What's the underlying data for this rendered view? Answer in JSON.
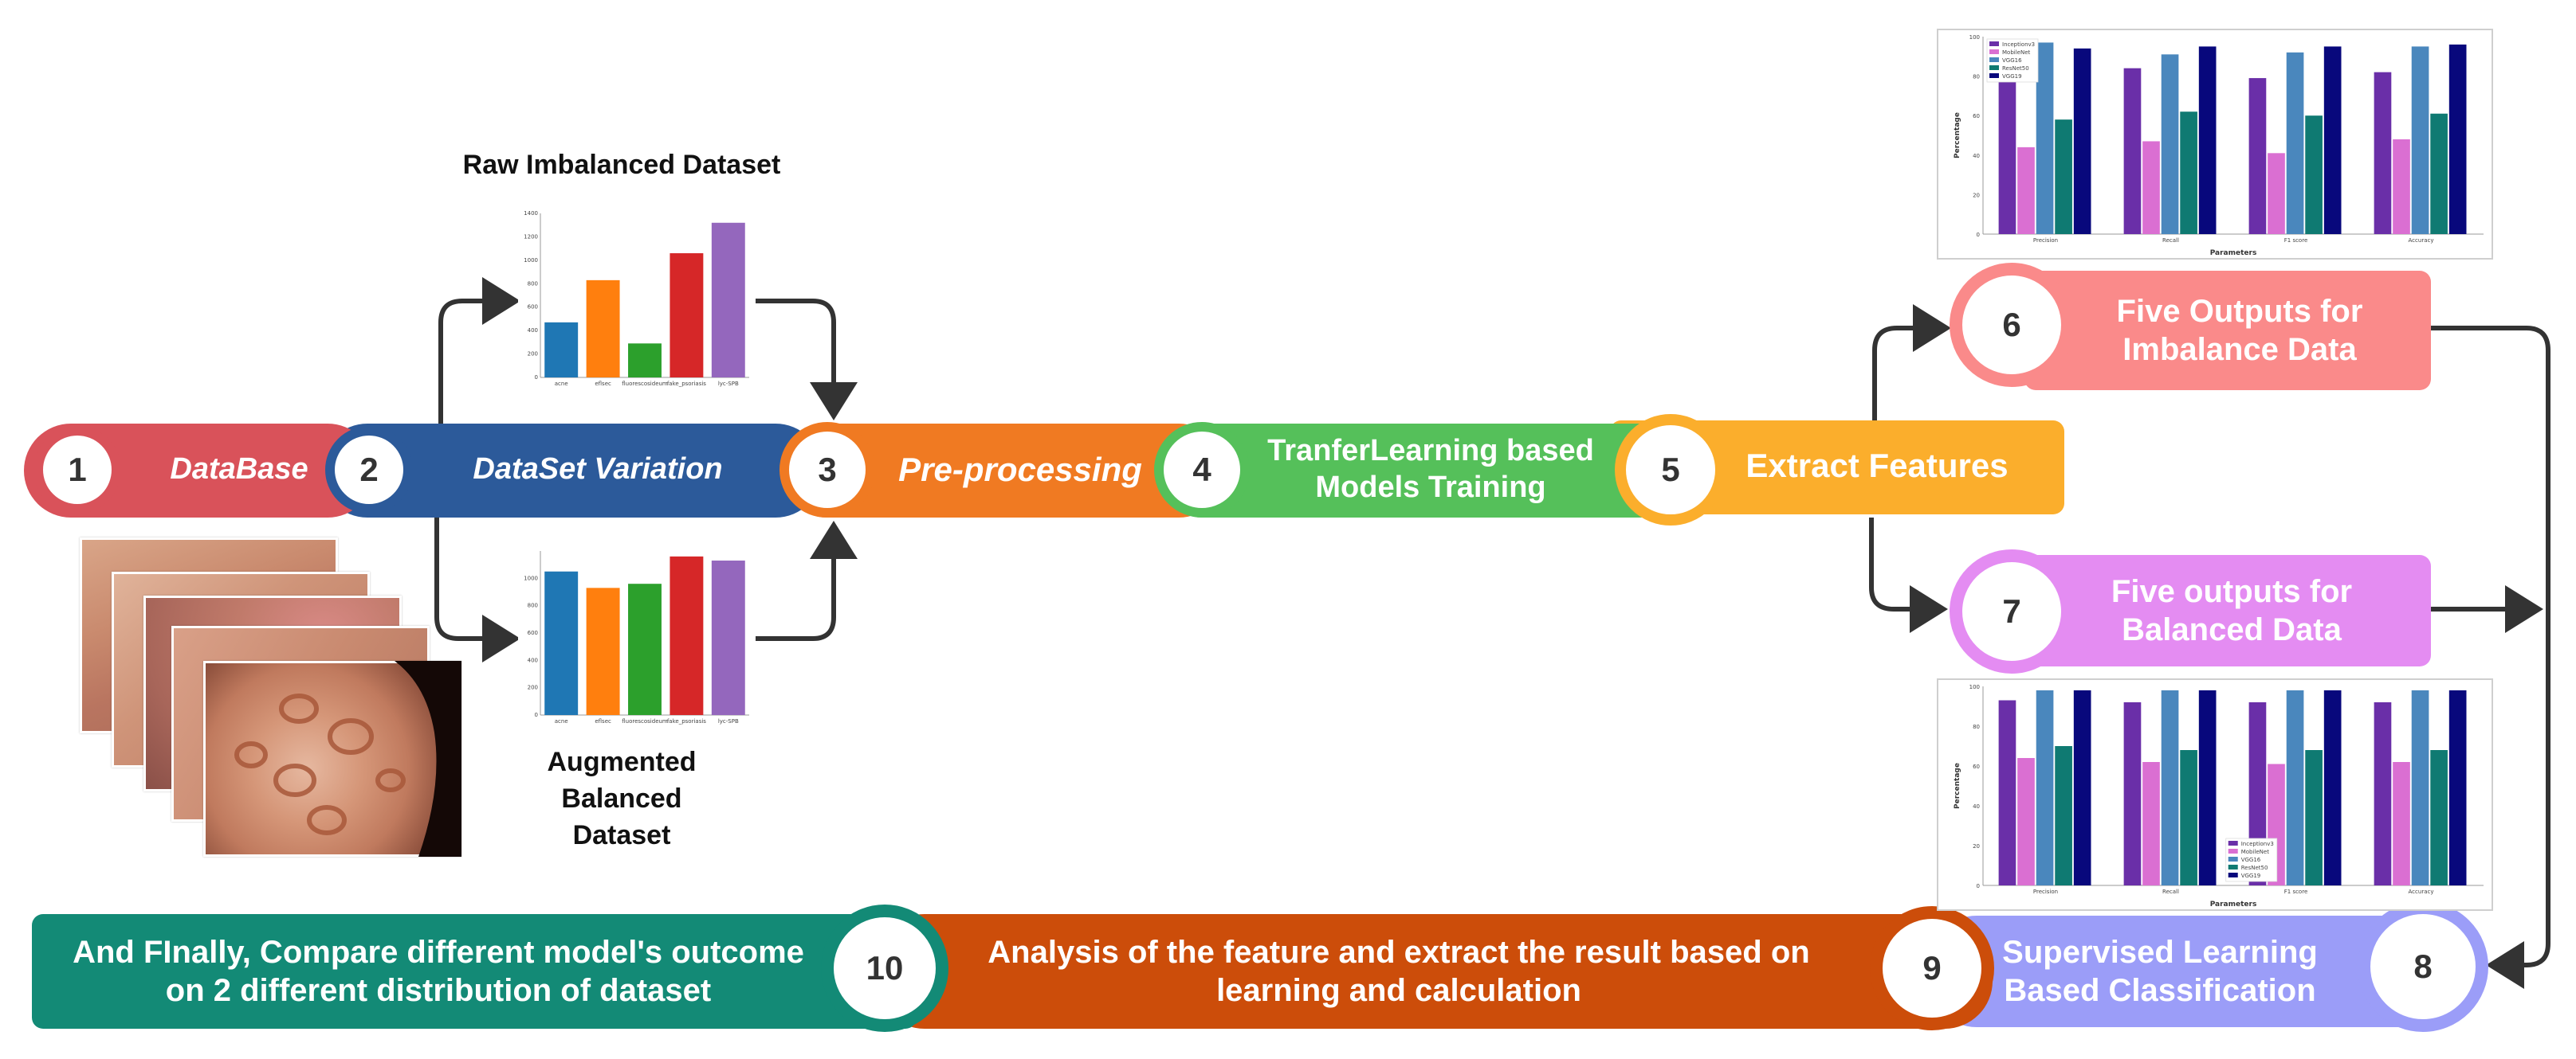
{
  "steps": [
    {
      "num": "1",
      "label": "DataBase",
      "color": "#d9525a"
    },
    {
      "num": "2",
      "label": "DataSet Variation",
      "color": "#2c5a9a"
    },
    {
      "num": "3",
      "label": "Pre-processing",
      "color": "#f07a22"
    },
    {
      "num": "4",
      "label": "TranferLearning based Models Training",
      "color": "#55c05a"
    },
    {
      "num": "5",
      "label": "Extract Features",
      "color": "#fbae2c"
    },
    {
      "num": "6",
      "label": "Five Outputs for Imbalance Data",
      "color": "#fa8a8a"
    },
    {
      "num": "7",
      "label": "Five outputs for Balanced Data",
      "color": "#e48cf2"
    },
    {
      "num": "8",
      "label": "Supervised Learning Based Classification",
      "color": "#9b9df8"
    },
    {
      "num": "9",
      "label": "Analysis of the feature and extract the result based on learning and calculation",
      "color": "#cc4d0a"
    },
    {
      "num": "10",
      "label": "And FInally, Compare different model's outcome on 2 different distribution of dataset",
      "color": "#138a76"
    }
  ],
  "headings": {
    "raw": "Raw Imbalanced Dataset",
    "augmented": "Augmented Balanced Dataset"
  },
  "chart_data": [
    {
      "type": "bar",
      "name": "raw-imbalanced-distribution",
      "categories": [
        "acne",
        "eflsec",
        "fluorescosideum",
        "fake_psoriasis",
        "lyc-SPB"
      ],
      "values": [
        470,
        830,
        290,
        1060,
        1320
      ],
      "ylim": [
        0,
        1400
      ],
      "yticks": [
        0,
        200,
        400,
        600,
        800,
        1000,
        1200,
        1400
      ],
      "colors": [
        "#1f77b4",
        "#ff7f0e",
        "#2ca02c",
        "#d62728",
        "#9467bd"
      ]
    },
    {
      "type": "bar",
      "name": "augmented-balanced-distribution",
      "categories": [
        "acne",
        "eflsec",
        "fluorescosideum",
        "fake_psoriasis",
        "lyc-SPB"
      ],
      "values": [
        1050,
        930,
        960,
        1160,
        1130
      ],
      "ylim": [
        0,
        1200
      ],
      "yticks": [
        0,
        200,
        400,
        600,
        800,
        1000
      ],
      "colors": [
        "#1f77b4",
        "#ff7f0e",
        "#2ca02c",
        "#d62728",
        "#9467bd"
      ]
    },
    {
      "type": "bar",
      "name": "imbalanced-model-results",
      "xlabel": "Parameters",
      "ylabel": "Percentage",
      "categories": [
        "Precision",
        "Recall",
        "F1 score",
        "Accuracy"
      ],
      "ylim": [
        0,
        100
      ],
      "yticks": [
        0,
        20,
        40,
        60,
        80,
        100
      ],
      "legend_position": "top-left",
      "series": [
        {
          "name": "Inceptionv3",
          "color": "#6a2fa8",
          "values": [
            78,
            84,
            79,
            82
          ]
        },
        {
          "name": "MobileNet",
          "color": "#da6fd2",
          "values": [
            44,
            47,
            41,
            48
          ]
        },
        {
          "name": "VGG16",
          "color": "#4a87bd",
          "values": [
            97,
            91,
            92,
            95
          ]
        },
        {
          "name": "ResNet50",
          "color": "#0f7a72",
          "values": [
            58,
            62,
            60,
            61
          ]
        },
        {
          "name": "VGG19",
          "color": "#08087c",
          "values": [
            94,
            95,
            95,
            96
          ]
        }
      ]
    },
    {
      "type": "bar",
      "name": "balanced-model-results",
      "xlabel": "Parameters",
      "ylabel": "Percentage",
      "categories": [
        "Precision",
        "Recall",
        "F1 score",
        "Accuracy"
      ],
      "ylim": [
        0,
        100
      ],
      "yticks": [
        0,
        20,
        40,
        60,
        80,
        100
      ],
      "legend_position": "bottom-right",
      "series": [
        {
          "name": "Inceptionv3",
          "color": "#6a2fa8",
          "values": [
            93,
            92,
            92,
            92
          ]
        },
        {
          "name": "MobileNet",
          "color": "#da6fd2",
          "values": [
            64,
            62,
            61,
            62
          ]
        },
        {
          "name": "VGG16",
          "color": "#4a87bd",
          "values": [
            98,
            98,
            98,
            98
          ]
        },
        {
          "name": "ResNet50",
          "color": "#0f7a72",
          "values": [
            70,
            68,
            68,
            68
          ]
        },
        {
          "name": "VGG19",
          "color": "#08087c",
          "values": [
            98,
            98,
            98,
            98
          ]
        }
      ]
    }
  ]
}
